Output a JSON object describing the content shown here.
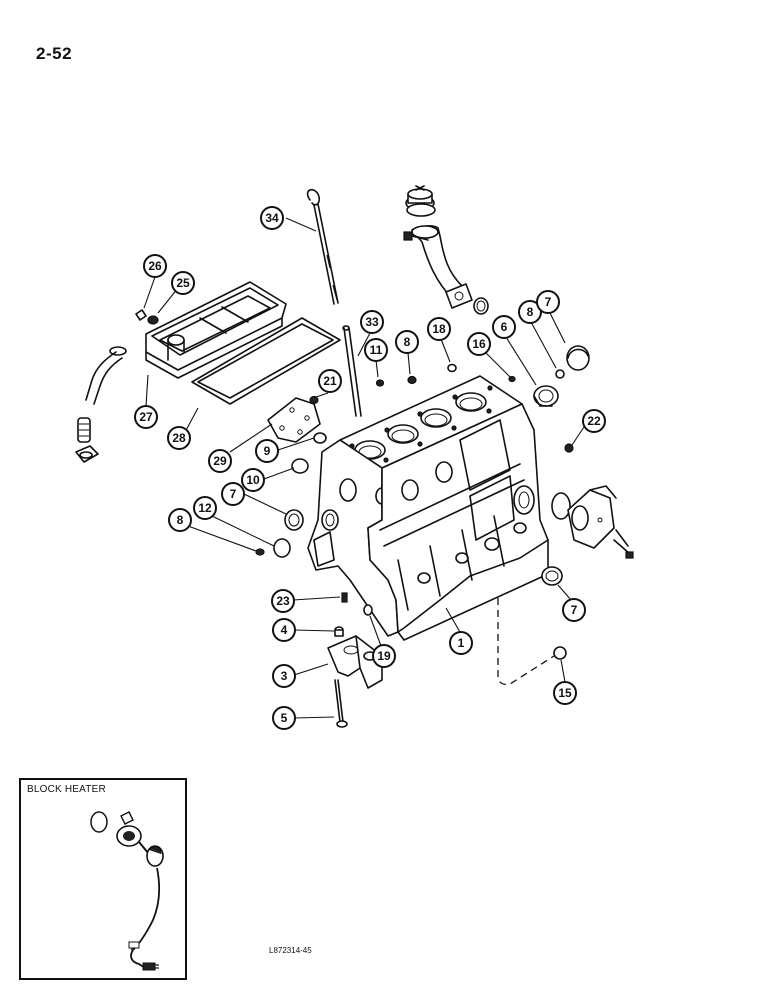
{
  "page": {
    "number": "2-52"
  },
  "inset": {
    "title": "BLOCK HEATER"
  },
  "figure": {
    "id": "L872314-45"
  },
  "callouts": [
    "34",
    "26",
    "25",
    "27",
    "28",
    "33",
    "11",
    "8",
    "18",
    "6",
    "8",
    "7",
    "16",
    "21",
    "22",
    "9",
    "29",
    "10",
    "7",
    "12",
    "8",
    "23",
    "4",
    "3",
    "5",
    "1",
    "19",
    "7",
    "15"
  ]
}
